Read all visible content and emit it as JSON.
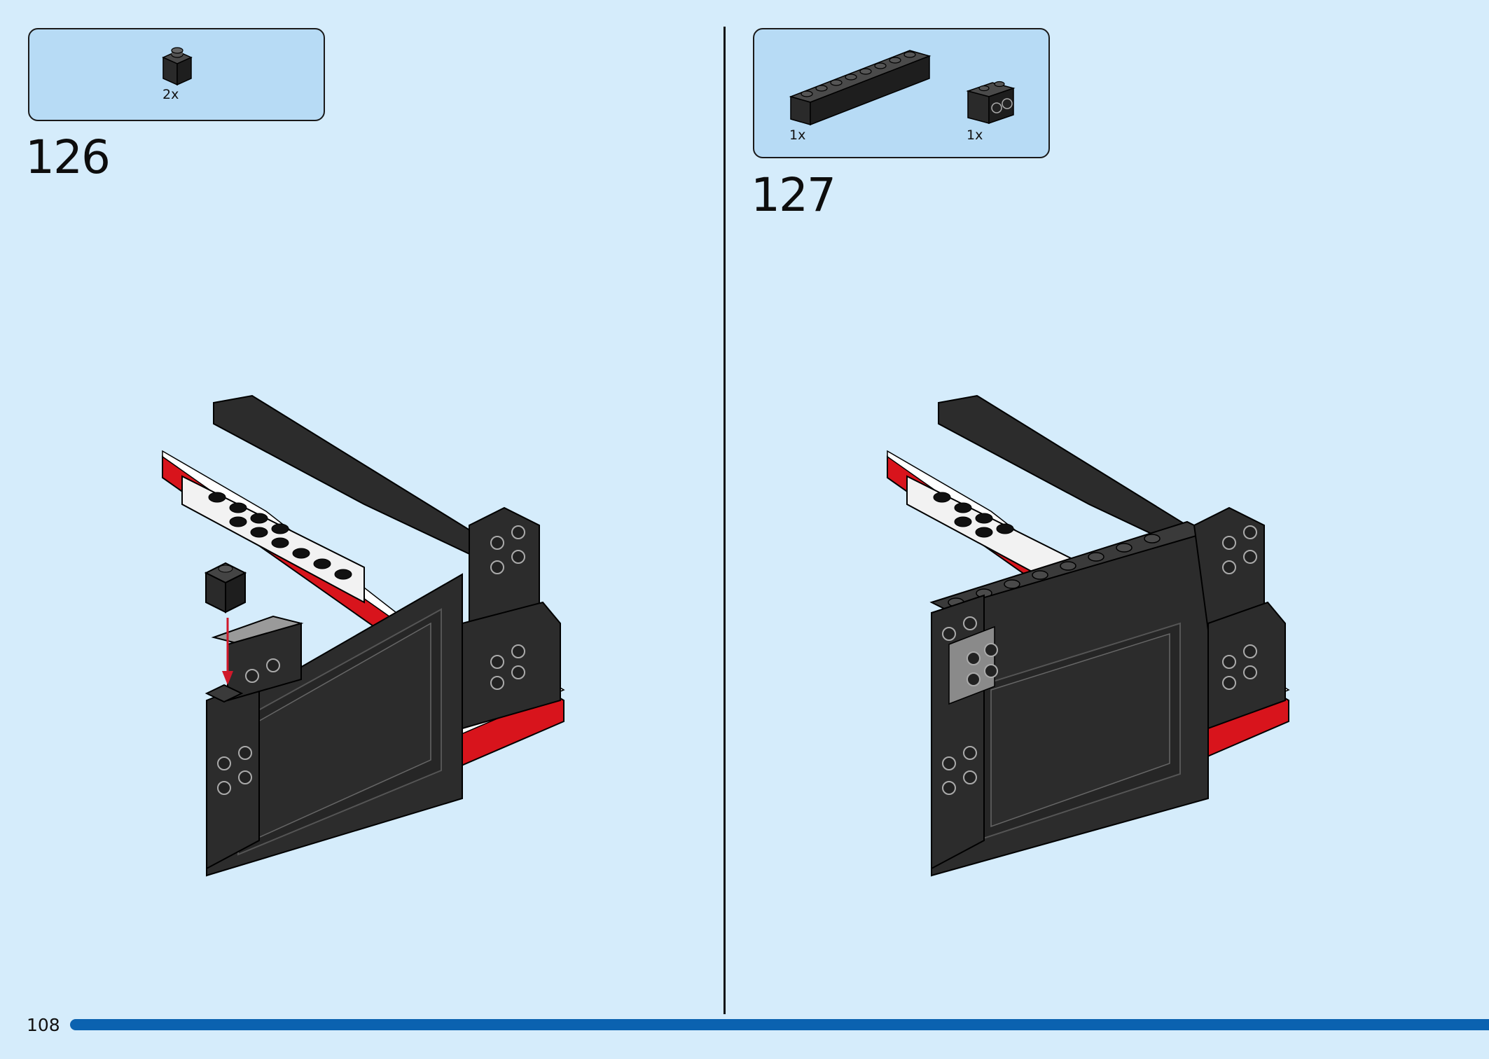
{
  "steps": [
    {
      "number": "126",
      "parts": [
        {
          "qty": "2x",
          "part": "black 1x1 brick"
        }
      ],
      "action": "add part with arrow"
    },
    {
      "number": "127",
      "parts": [
        {
          "qty": "1x",
          "part": "black 1x8 brick"
        },
        {
          "qty": "1x",
          "part": "black 1x2 brick with studs on side"
        }
      ]
    }
  ],
  "page_number": "108",
  "progress": 1.0,
  "colors": {
    "background": "#d5ecfb",
    "parts_box": "#b7dbf5",
    "brick_black": "#2c2c2c",
    "brick_red": "#d8141c",
    "brick_white": "#ffffff",
    "progress_bar": "#0b62b0",
    "arrow": "#d0192b"
  }
}
